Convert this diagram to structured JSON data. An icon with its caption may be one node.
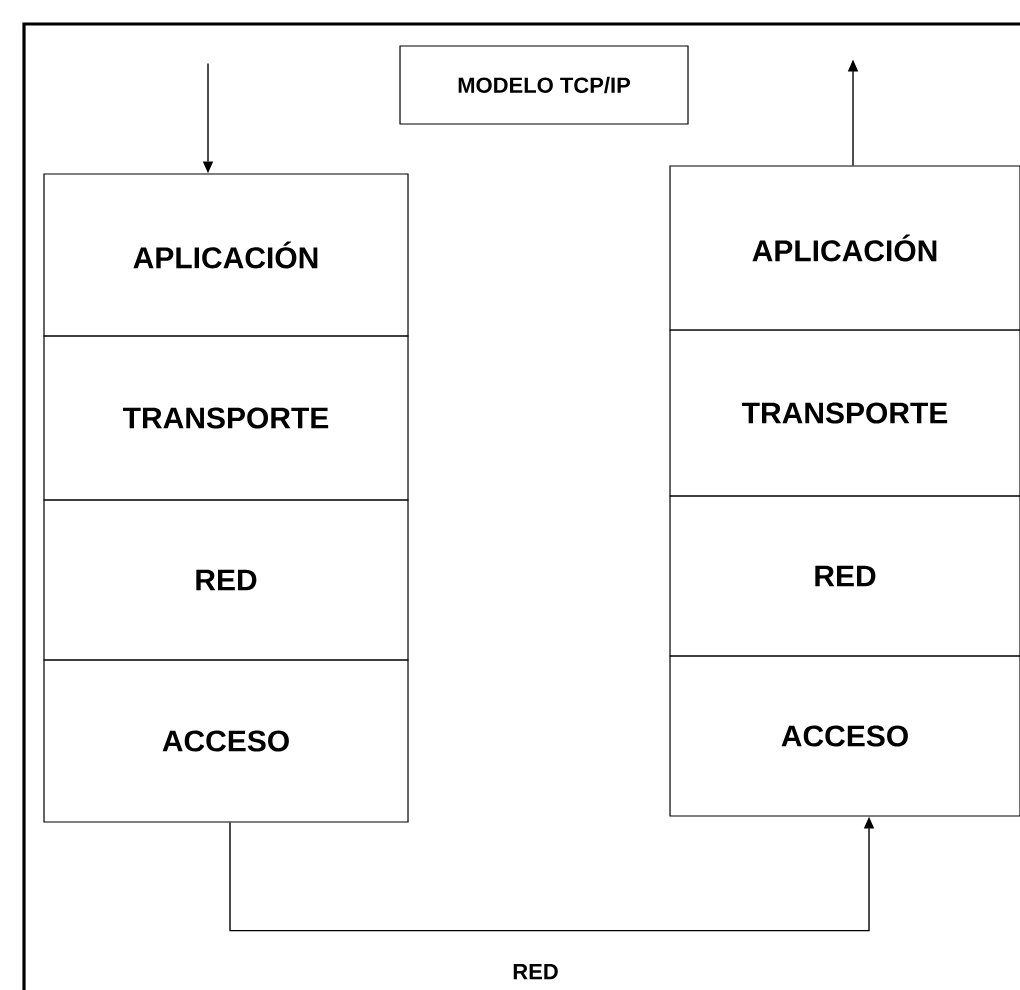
{
  "diagram": {
    "nodes": [
      {
        "text": [
          "MODELO TCP/IP"
        ]
      },
      {
        "text": [
          "APLICACIÓN"
        ]
      },
      {
        "text": [
          "TRANSPORTE"
        ]
      },
      {
        "text": [
          "RED"
        ]
      },
      {
        "text": [
          "ACCESO"
        ]
      },
      {
        "text": [
          "APLICACIÓN"
        ]
      },
      {
        "text": [
          "TRANSPORTE"
        ]
      },
      {
        "text": [
          "RED"
        ]
      },
      {
        "text": [
          "ACCESO"
        ]
      }
    ],
    "edges": [
      {
        "from": null,
        "to": 1,
        "arrow": "to"
      },
      {
        "from": 5,
        "to": null,
        "arrow": "to"
      },
      {
        "from": 4,
        "to": 8,
        "arrow": "to",
        "label": "RED"
      }
    ]
  }
}
